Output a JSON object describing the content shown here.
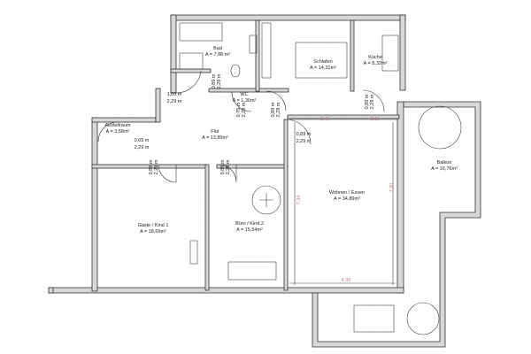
{
  "rooms": [
    {
      "name": "Bad",
      "area": "A = 7,88 m²"
    },
    {
      "name": "Schlafen",
      "area": "A = 14,31m²"
    },
    {
      "name": "Küche",
      "area": "A = 8,32m²"
    },
    {
      "name": "WC",
      "area": "A = 1,30m²"
    },
    {
      "name": "Flur",
      "area": "A = 13,89m²"
    },
    {
      "name": "Abstellraum",
      "area": "A = 3,58m²"
    },
    {
      "name": "Gäste / Kind 1",
      "area": "A = 18,69m²"
    },
    {
      "name": "Büro / Kind 2",
      "area": "A = 15,54m²"
    },
    {
      "name": "Wohnen / Essen",
      "area": "A = 34,89m²"
    },
    {
      "name": "Balkon",
      "area": "A = 16,76m²"
    }
  ],
  "doors": [
    {
      "width": "1,00 m",
      "height": "2,29 m"
    },
    {
      "width": "0,65 m",
      "height": "2,29 m"
    },
    {
      "width": "0,89 m",
      "height": "2,29 m"
    }
  ],
  "vertical_doors": [
    {
      "width": "0,89 m",
      "height": "2,29 m"
    },
    {
      "width": "0,76 m",
      "height": "2,29 m"
    },
    {
      "width": "0,89 m",
      "height": "2,29 m"
    },
    {
      "width": "0,89 m",
      "height": "2,29 m"
    },
    {
      "width": "0,89 m",
      "height": "2,29 m"
    },
    {
      "width": "0,89 m",
      "height": "2,29 m"
    }
  ],
  "dimensions": [
    "2,48",
    "2,10",
    "7,34",
    "7,90",
    "4,35"
  ]
}
